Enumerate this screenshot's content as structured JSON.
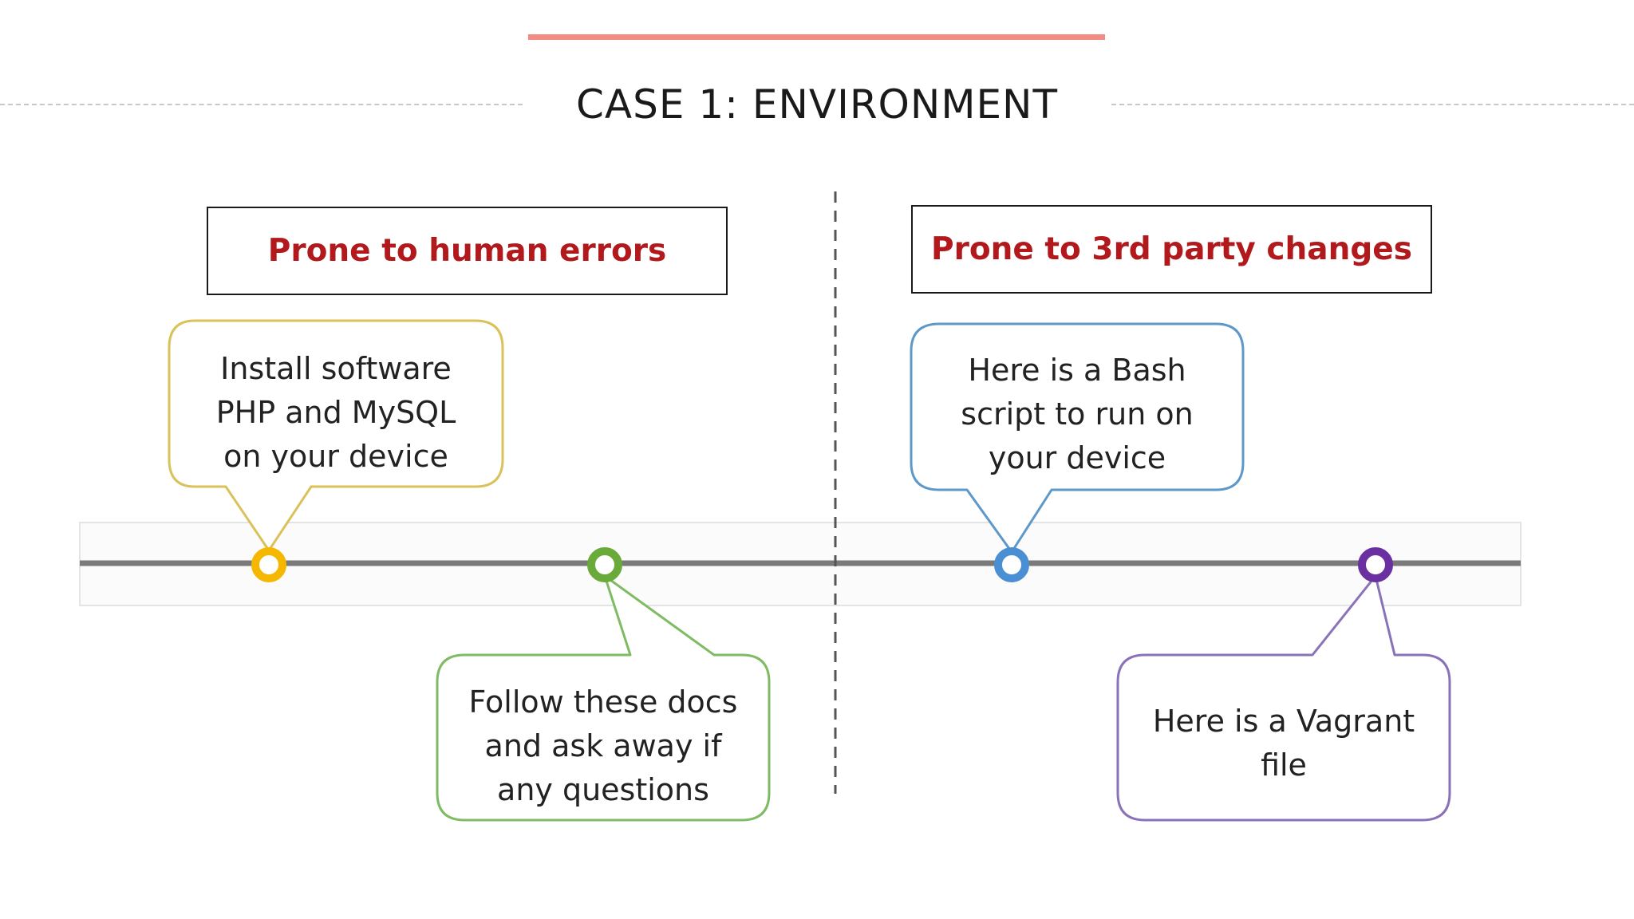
{
  "slide": {
    "title": "CASE 1: ENVIRONMENT",
    "accent_color": "#f28b82"
  },
  "diagram": {
    "left_label": "Prone to human errors",
    "right_label": "Prone to 3rd party changes",
    "label_color": "#b2191c",
    "timeline_color": "#7a7a7a",
    "events": [
      {
        "id": "install",
        "lines": [
          "Install software",
          "PHP and MySQL",
          "on your device"
        ],
        "color": "#f5b700",
        "border_color": "#d9c25a",
        "position": "above"
      },
      {
        "id": "docs",
        "lines": [
          "Follow these docs",
          "and ask away if",
          "any questions"
        ],
        "color": "#6aaa3a",
        "border_color": "#7fbb63",
        "position": "below"
      },
      {
        "id": "bash",
        "lines": [
          "Here is a Bash",
          "script to run on",
          "your device"
        ],
        "color": "#4a8fd4",
        "border_color": "#5e98c9",
        "position": "above"
      },
      {
        "id": "vagrant",
        "lines": [
          "Here is a Vagrant",
          "file"
        ],
        "color": "#6a2fa0",
        "border_color": "#8a72b8",
        "position": "below"
      }
    ]
  }
}
